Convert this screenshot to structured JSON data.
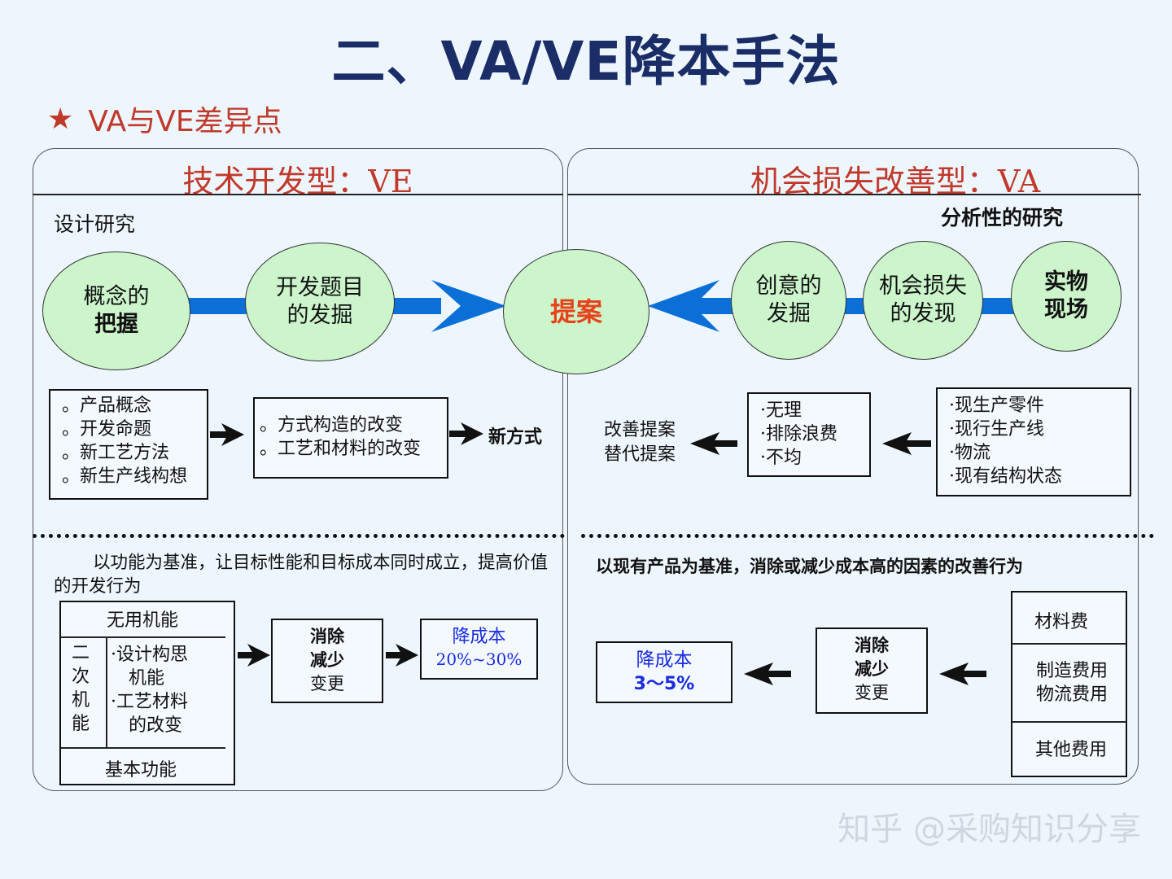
{
  "title": "二、VA/VE降本手法",
  "subtitle": "VA与VE差异点",
  "icons": {
    "star": "star-icon"
  },
  "ve": {
    "header": "技术开发型：VE",
    "design_label": "设计研究",
    "circles": {
      "c1_line1": "概念的",
      "c1_line2": "把握",
      "c2_line1": "开发题目",
      "c2_line2": "的发掘"
    },
    "list1": [
      "。产品概念",
      "。开发命题",
      "。新工艺方法",
      "。新生产线构想"
    ],
    "list2": [
      "。方式构造的改变",
      "。工艺和材料的改变"
    ],
    "new_method": "新方式",
    "desc": "以功能为基准，让目标性能和目标成本同时成立，提高价值的开发行为",
    "func_table": {
      "useless": "无用机能",
      "secondary": "二次机能",
      "sec_items": [
        "·设计构思",
        "机能",
        "·工艺材料",
        "的改变"
      ],
      "basic": "基本功能"
    },
    "action": [
      "消除",
      "减少",
      "变更"
    ],
    "result_line1": "降成本",
    "result_line2": "20%~30%"
  },
  "proposal": "提案",
  "va": {
    "header": "机会损失改善型：VA",
    "analysis_label": "分析性的研究",
    "circles": {
      "c1_line1": "创意的",
      "c1_line2": "发掘",
      "c2_line1": "机会损失",
      "c2_line2": "的发现",
      "c3_line1": "实物",
      "c3_line2": "现场"
    },
    "proposal_text": [
      "改善提案",
      "替代提案"
    ],
    "waste": [
      "·无理",
      "·排除浪费",
      "·不均"
    ],
    "current": [
      "·现生产零件",
      "·现行生产线",
      "·物流",
      "·现有结构状态"
    ],
    "desc": "以现有产品为基准，消除或减少成本高的因素的改善行为",
    "result_line1": "降成本",
    "result_line2": "3～5%",
    "action": [
      "消除",
      "减少",
      "变更"
    ],
    "costs": [
      "材料费",
      "制造费用",
      "物流费用",
      "其他费用"
    ]
  },
  "watermark": "知乎 @采购知识分享",
  "colors": {
    "title": "#1a2d66",
    "accent_red": "#c0392b",
    "arrow_blue": "#0a6fd6",
    "circle_fill": "#ccf5cc",
    "result_blue": "#1a2be0"
  }
}
